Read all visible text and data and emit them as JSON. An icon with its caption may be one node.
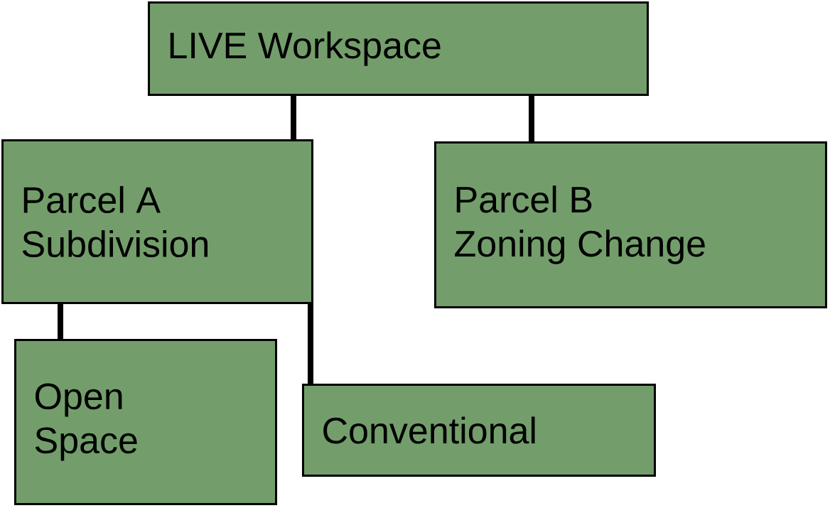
{
  "diagram": {
    "nodes": [
      {
        "text": [
          "LIVE Workspace"
        ]
      },
      {
        "text": [
          "Parcel A Subdivision"
        ]
      },
      {
        "text": [
          "Parcel B Zoning Change"
        ]
      },
      {
        "text": [
          "Open Space"
        ]
      },
      {
        "text": [
          "Conventional"
        ]
      }
    ],
    "edges": [
      {
        "from": 0,
        "to": 1,
        "arrow": "none"
      },
      {
        "from": 0,
        "to": 2,
        "arrow": "none"
      },
      {
        "from": 1,
        "to": 3,
        "arrow": "none"
      },
      {
        "from": 1,
        "to": 4,
        "arrow": "none"
      }
    ]
  }
}
